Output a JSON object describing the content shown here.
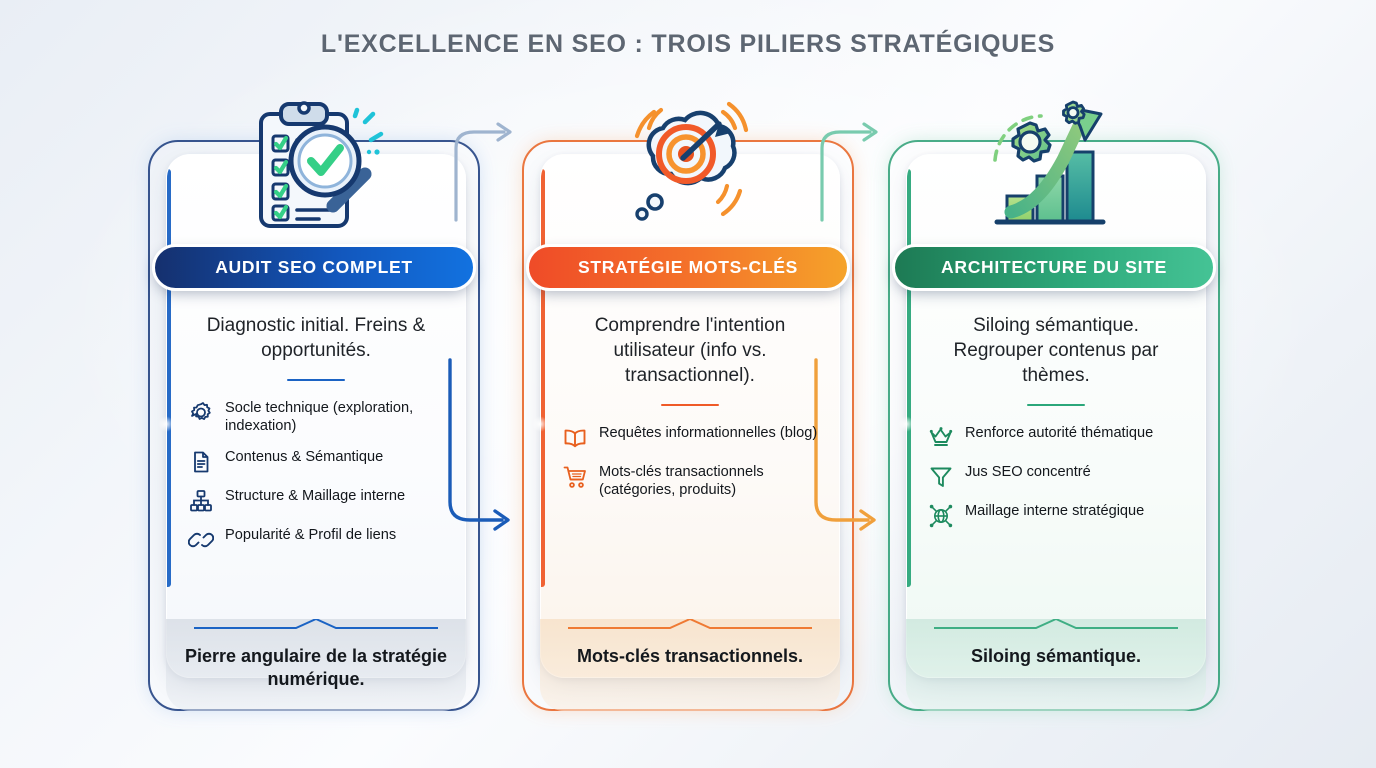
{
  "page": {
    "title": "L'EXCELLENCE EN SEO : TROIS PILIERS STRATÉGIQUES",
    "background_colors": {
      "base": "#eef2f7",
      "highlight": "#ffffff"
    }
  },
  "pillars": [
    {
      "id": "audit-seo-complet",
      "hero_icon": "clipboard-checklist-magnifier-icon",
      "pill_label": "AUDIT SEO COMPLET",
      "lede": "Diagnostic initial. Freins & opportunités.",
      "bullets": [
        {
          "icon": "gear-icon",
          "text": "Socle technique (exploration, indexation)"
        },
        {
          "icon": "document-icon",
          "text": "Contenus & Sémantique"
        },
        {
          "icon": "sitemap-icon",
          "text": "Structure & Maillage interne"
        },
        {
          "icon": "link-icon",
          "text": "Popularité & Profil de liens"
        }
      ],
      "footer": "Pierre angulaire de la stratégie numérique.",
      "colors": {
        "accent": "#1b63c4",
        "accent_dark": "#17397c",
        "pill_from": "#15306e",
        "pill_to": "#1272e0",
        "glow": "#bdd3ef"
      }
    },
    {
      "id": "strategie-mots-cles",
      "hero_icon": "thought-bubble-target-arrow-icon",
      "pill_label": "STRATÉGIE MOTS-CLÉS",
      "lede": "Comprendre l'intention utilisateur (info vs. transactionnel).",
      "bullets": [
        {
          "icon": "open-book-icon",
          "text": "Requêtes informationnelles (blog)"
        },
        {
          "icon": "shopping-cart-icon",
          "text": "Mots-clés transactionnels (catégories, produits)"
        }
      ],
      "footer": "Mots-clés transactionnels.",
      "colors": {
        "accent": "#ef5a28",
        "accent_dark": "#e8601f",
        "pill_from": "#ef4b28",
        "pill_to": "#f5a32a",
        "glow": "#f7cfb2"
      }
    },
    {
      "id": "architecture-du-site",
      "hero_icon": "gears-growth-chart-arrow-icon",
      "pill_label": "ARCHITECTURE DU SITE",
      "lede": "Siloing sémantique. Regrouper contenus par thèmes.",
      "bullets": [
        {
          "icon": "crown-icon",
          "text": "Renforce autorité thématique"
        },
        {
          "icon": "funnel-icon",
          "text": "Jus SEO concentré"
        },
        {
          "icon": "network-globe-icon",
          "text": "Maillage interne stratégique"
        }
      ],
      "footer": "Siloing sémantique.",
      "colors": {
        "accent": "#2ba77a",
        "accent_dark": "#2a9f74",
        "pill_from": "#1d7a54",
        "pill_to": "#45c395",
        "glow": "#b6e3d1"
      }
    }
  ],
  "connectors": [
    {
      "id": "connector-top-1",
      "from": "audit-seo-complet",
      "to": "strategie-mots-cles",
      "direction": "right",
      "color": "#9fb4cf"
    },
    {
      "id": "connector-bottom-1",
      "from": "audit-seo-complet",
      "to": "strategie-mots-cles",
      "direction": "right",
      "color": "#1b5cb8"
    },
    {
      "id": "connector-top-2",
      "from": "strategie-mots-cles",
      "to": "architecture-du-site",
      "direction": "right",
      "color": "#79cbae"
    },
    {
      "id": "connector-bottom-2",
      "from": "strategie-mots-cles",
      "to": "architecture-du-site",
      "direction": "right",
      "color": "#f0a03c"
    }
  ]
}
